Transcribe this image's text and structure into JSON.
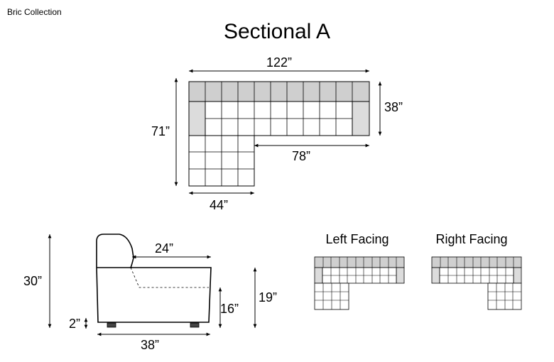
{
  "header": {
    "brand": "Bric Collection",
    "title": "Sectional A"
  },
  "top_view": {
    "width_label": "122”",
    "depth_label": "38”",
    "height_label": "71”",
    "inner_label": "78”",
    "chaise_label": "44”"
  },
  "side_view": {
    "overall_height": "30”",
    "seat_depth": "24”",
    "arm_height": "19”",
    "seat_height": "16”",
    "leg_height": "2”",
    "overall_depth": "38”"
  },
  "orientations": {
    "left_label": "Left Facing",
    "right_label": "Right Facing"
  },
  "colors": {
    "back_cushion": "#cfcfcf",
    "seat": "#ffffff",
    "line": "#000000"
  }
}
